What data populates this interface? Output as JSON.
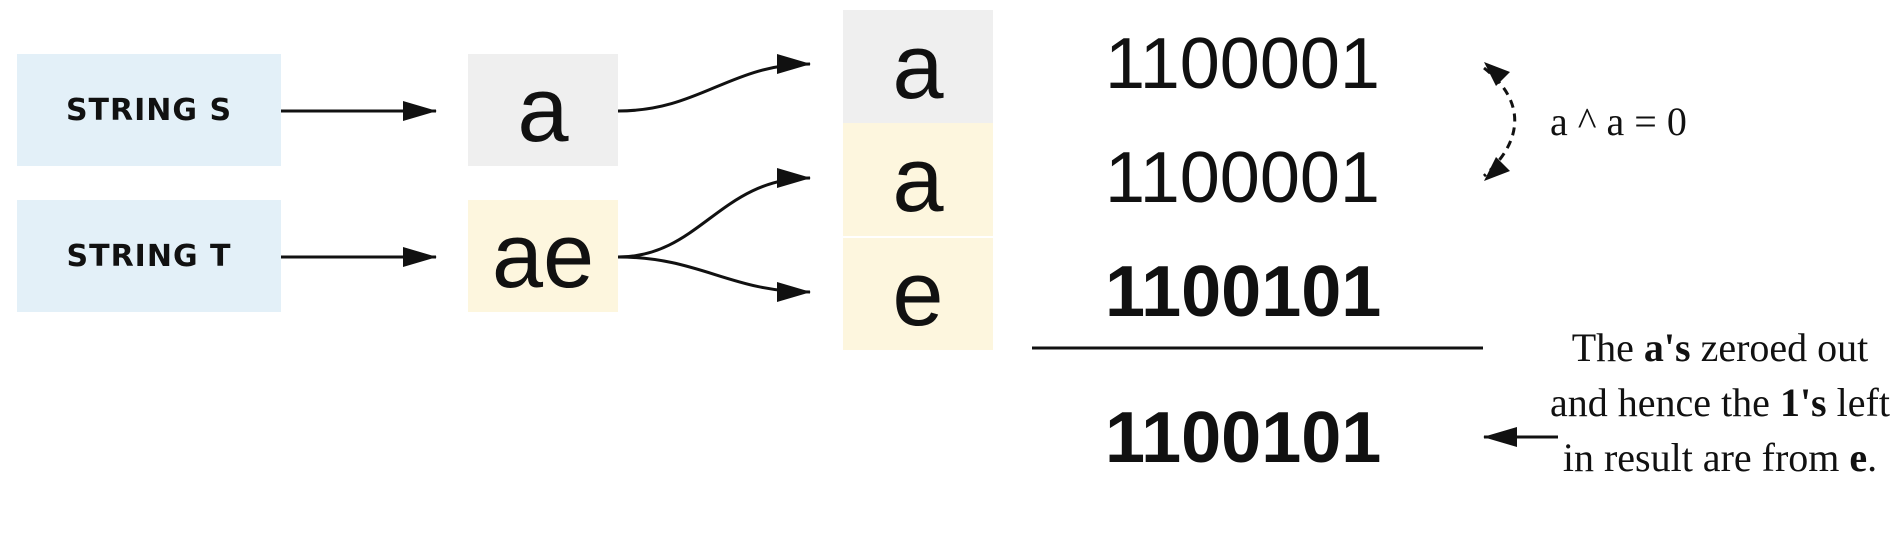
{
  "strings": {
    "s_label": "STRING S",
    "t_label": "STRING T",
    "s_value": "a",
    "t_value": "ae"
  },
  "chars": {
    "c1": "a",
    "c2": "a",
    "c3": "e"
  },
  "bits": {
    "row1": "1100001",
    "row2": "1100001",
    "row3": "1100101",
    "result": "1100101"
  },
  "notes": {
    "xor_rule": "a ^ a = 0",
    "explain_part1": "The ",
    "explain_bold1": "a's",
    "explain_part2": " zeroed out and hence the ",
    "explain_bold2": "1's",
    "explain_part3": "  left in result are from ",
    "explain_bold3": "e",
    "explain_part4": "."
  },
  "colors": {
    "label_bg": "#e3f0f8",
    "gray_bg": "#efefef",
    "cream_bg": "#fdf6de"
  }
}
